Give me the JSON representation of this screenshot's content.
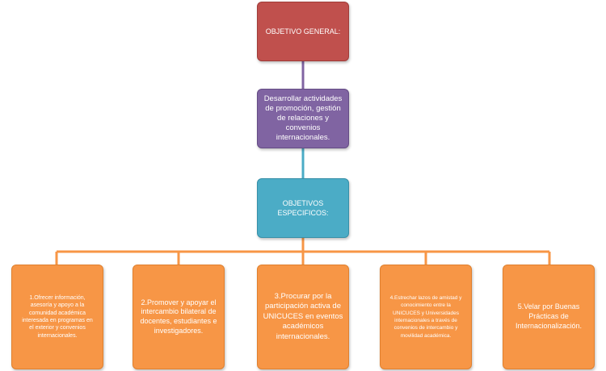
{
  "nodes": {
    "general": "OBJETIVO GENERAL:",
    "goal": "Desarrollar actividades de promoción, gestión de relaciones y convenios internacionales.",
    "specific": "OBJETIVOS ESPECIFICOS:",
    "objectives": [
      "1.Ofrecer información, asesoría y apoyo a la comunidad académica interesada en programas en el exterior y convenios internacionales.",
      "2.Promover y apoyar el intercambio bilateral de docentes, estudiantes e investigadores.",
      "3.Procurar por la participación activa de UNICUCES en eventos académicos internacionales.",
      "4.Estrechar lazos de amistad y conocimiento entre la UNICUCES y Universidades internacionales a través de convenios de intercambio y movilidad académica.",
      "5.Velar por Buenas Prácticas de Internacionalización."
    ]
  },
  "colors": {
    "general": "#c0504d",
    "goal": "#8064a2",
    "specific": "#4bacc6",
    "objectives": "#f79646",
    "connector_top": "#8064a2",
    "connector_mid": "#4bacc6",
    "connector_branch": "#f79646"
  }
}
